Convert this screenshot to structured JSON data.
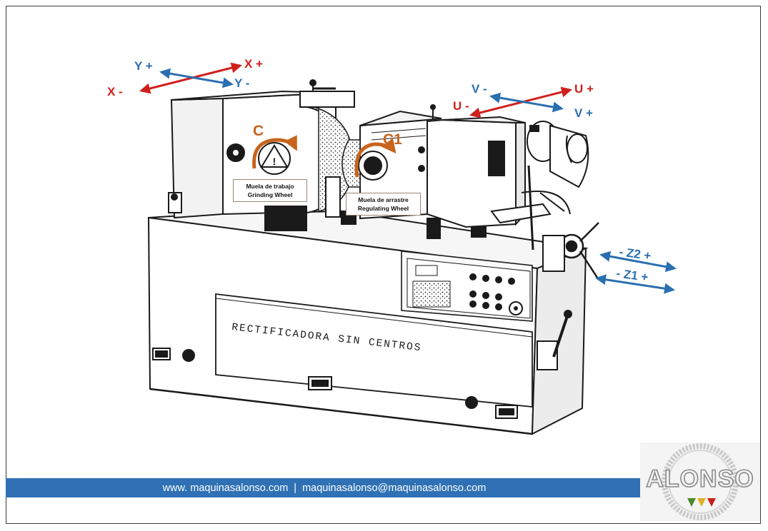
{
  "axes": {
    "x_plus": "X +",
    "x_minus": "X -",
    "y_plus": "Y +",
    "y_minus": "Y -",
    "u_plus": "U +",
    "u_minus": "U -",
    "v_plus": "V +",
    "v_minus": "V -",
    "z2": "- Z2 +",
    "z1": "- Z1 +"
  },
  "rotations": {
    "c": "C",
    "c1": "C1"
  },
  "callouts": {
    "grinding_wheel": {
      "line1": "Muela de trabajo",
      "line2": "Grinding Wheel"
    },
    "regulating_wheel": {
      "line1": "Muela de arrastre",
      "line2": "Regulating Wheel"
    }
  },
  "machine_label": "RECTIFICADORA SIN CENTROS",
  "footer": {
    "website": "www. maquinasalonso.com",
    "separator": "|",
    "email": "maquinasalonso@maquinasalonso.com"
  },
  "logo": {
    "text": "ALONSO"
  },
  "colors": {
    "red_axis": "#d0201c",
    "blue_axis": "#2a6fb0",
    "rotation": "#c8641c",
    "footer_bar": "#2f71b4"
  }
}
